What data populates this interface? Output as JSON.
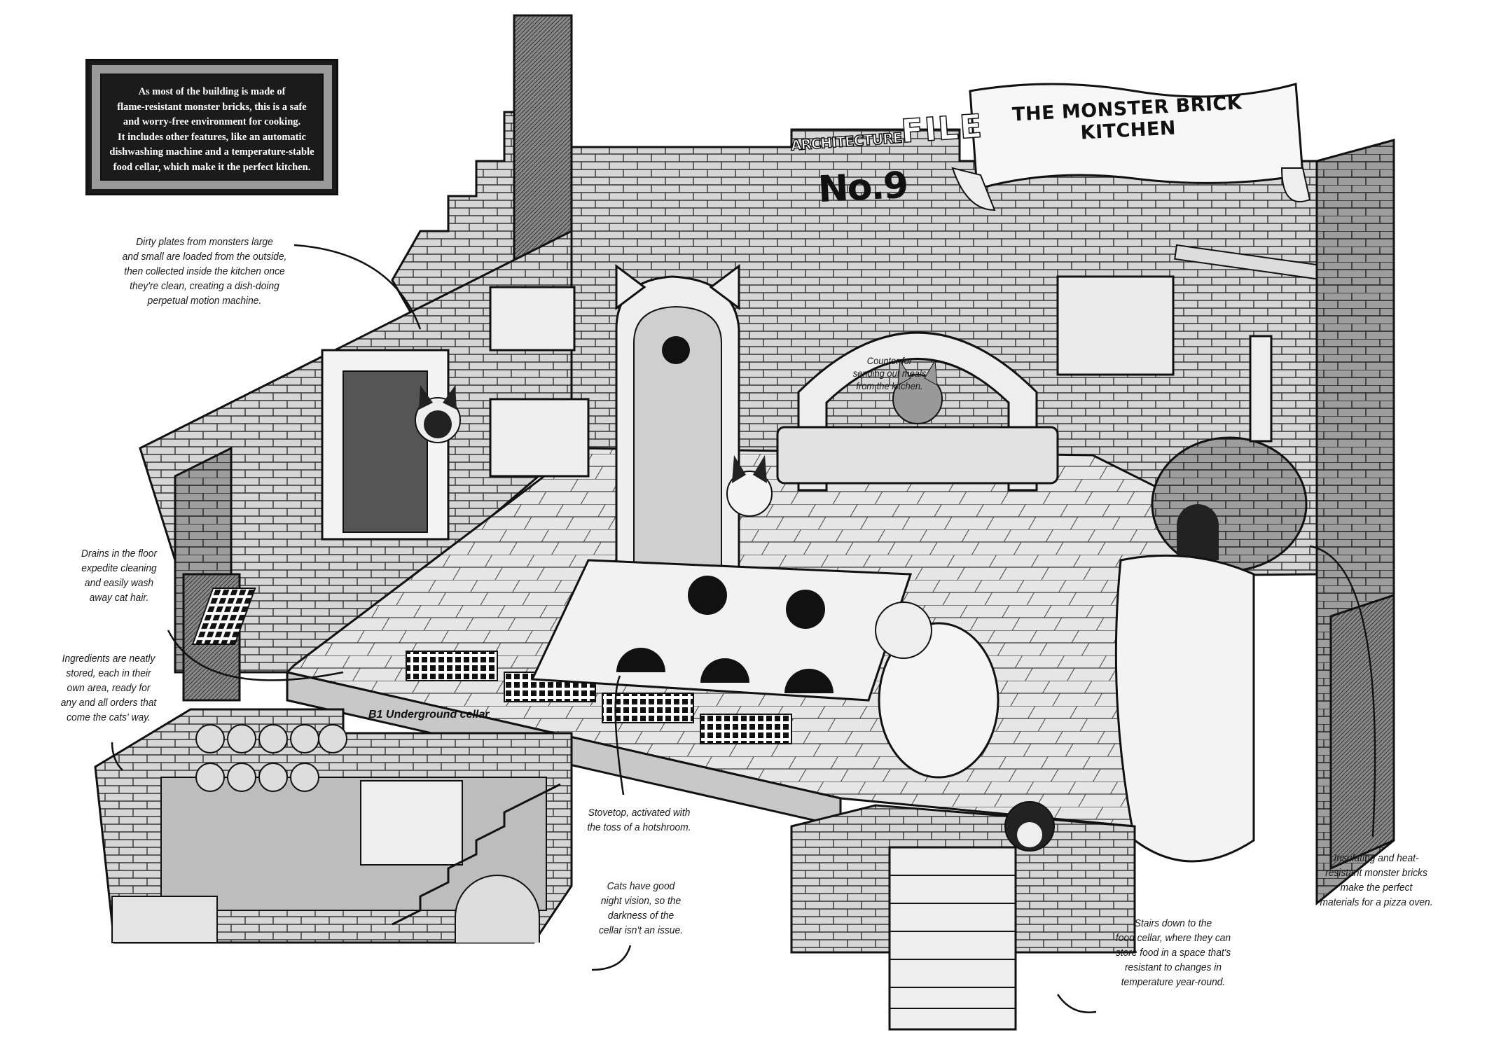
{
  "info_box": {
    "lines": [
      "As most of the building is made of",
      "flame-resistant monster bricks, this is a safe",
      "and worry-free environment for cooking.",
      "It includes other features, like an automatic",
      "dishwashing machine and a temperature-stable",
      "food cellar, which make it the perfect kitchen."
    ]
  },
  "title": {
    "banner": "THE MONSTER BRICK KITCHEN",
    "series": "ARCHITECTURE",
    "file": "FILE",
    "number": "No.9"
  },
  "notes": {
    "dishes": [
      "Dirty plates from monsters large",
      "and small are loaded from the outside,",
      "then collected inside the kitchen once",
      "they're clean, creating a dish-doing",
      "perpetual motion machine."
    ],
    "counter": [
      "Counter for",
      "sending out meals",
      "from the kitchen."
    ],
    "drains": [
      "Drains in the floor",
      "expedite cleaning",
      "and easily wash",
      "away cat hair."
    ],
    "ingredients": [
      "Ingredients are neatly",
      "stored, each in their",
      "own area, ready for",
      "any and all orders that",
      "come the cats' way."
    ],
    "cellar_label": "B1 Underground cellar",
    "stovetop": [
      "Stovetop, activated with",
      "the toss of a hotshroom."
    ],
    "night_vision": [
      "Cats have good",
      "night vision, so the",
      "darkness of the",
      "cellar isn't an issue."
    ],
    "stairs": [
      "Stairs down to the",
      "food cellar, where they can",
      "store food in a space that's",
      "resistant to changes in",
      "temperature year-round."
    ],
    "oven": [
      "Insulating and heat-",
      "resistant monster bricks",
      "make the perfect",
      "materials for a pizza oven."
    ]
  },
  "colors": {
    "ink": "#111111",
    "brick_light": "#dcdcdc",
    "brick_mid": "#b5b5b5",
    "brick_dark": "#7a7a7a",
    "info_bg": "#1b1b1b"
  }
}
